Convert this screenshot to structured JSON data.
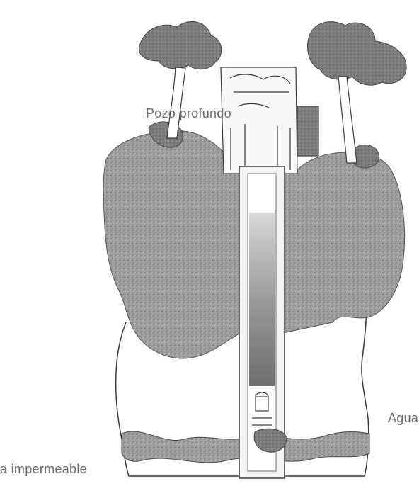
{
  "labels": {
    "deep_well": "Pozo profundo",
    "water": "Agua",
    "impermeable_layer": "a impermeable"
  },
  "colors": {
    "rock": "#9a9a9a",
    "rock_dark": "#7e7e7e",
    "outline": "#3a3a3a",
    "pipe": "#f4f4f4",
    "water_column": "#8d8d8d",
    "label": "#6b6b6b"
  }
}
